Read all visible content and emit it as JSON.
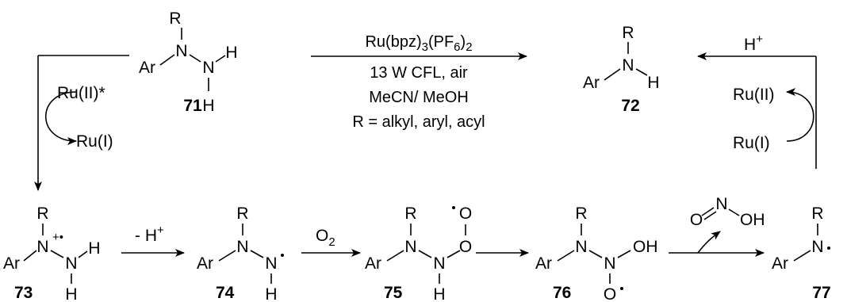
{
  "conditions": {
    "catalyst_main": "Ru(bpz)",
    "catalyst_sub1": "3",
    "catalyst_mid": "(PF",
    "catalyst_sub2": "6",
    "catalyst_end": ")",
    "catalyst_sub3": "2",
    "line2": "13 W CFL, air",
    "line3": "MeCN/ MeOH",
    "line4": "R = alkyl, aryl, acyl"
  },
  "labels": {
    "ru_excited": "Ru(II)*",
    "ru_one_left": "Ru(I)",
    "ru_two_right": "Ru(II)",
    "ru_one_right": "Ru(I)",
    "h_plus_base": "H",
    "h_plus_sup": "+",
    "minus_h_base": "- H",
    "minus_h_sup": "+",
    "o2_base": "O",
    "o2_sub": "2"
  },
  "atoms": {
    "R": "R",
    "Ar": "Ar",
    "N": "N",
    "H": "H",
    "O": "O",
    "OH": "OH",
    "radical_cation": "+•"
  },
  "compounds": {
    "c71": "71",
    "c72": "72",
    "c73": "73",
    "c74": "74",
    "c75": "75",
    "c76": "76",
    "c77": "77"
  }
}
